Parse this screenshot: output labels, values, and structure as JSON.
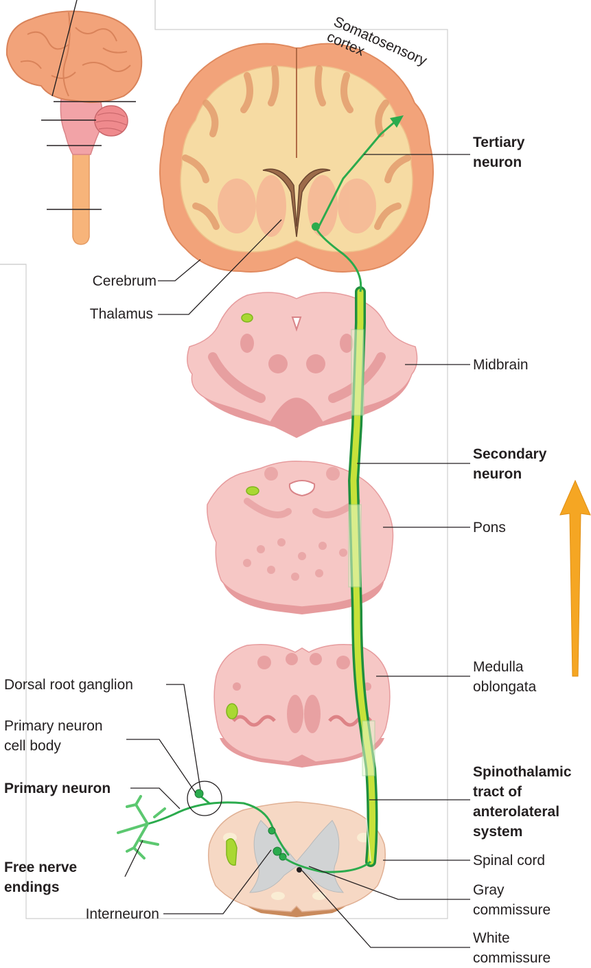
{
  "diagram": {
    "colors": {
      "cortex": "#f2a37a",
      "white_matter": "#f6dba3",
      "slice_pink": "#f6c7c5",
      "slice_dark": "#e69b9d",
      "neuron": "#2bab4d",
      "tract_fill": "#c7e23a",
      "gray_matter": "#d1d3d4",
      "arrow": "#f5a623"
    },
    "orientation_panel": {
      "icons": [
        "brain-icon",
        "cerebellum-icon",
        "brainstem-icon",
        "spinal-cord-icon"
      ]
    },
    "labels": {
      "somatosensory_cortex": "Somatosensory\ncortex",
      "tertiary_neuron": "Tertiary\nneuron",
      "cerebrum": "Cerebrum",
      "thalamus": "Thalamus",
      "midbrain": "Midbrain",
      "secondary_neuron": "Secondary\nneuron",
      "pons": "Pons",
      "medulla_oblongata": "Medulla\noblongata",
      "dorsal_root_ganglion": "Dorsal root ganglion",
      "primary_neuron_cell_body": "Primary neuron\ncell body",
      "primary_neuron": "Primary neuron",
      "spinothalamic_tract": "Spinothalamic\ntract of\nanterolateral\nsystem",
      "free_nerve_endings": "Free nerve\nendings",
      "spinal_cord": "Spinal cord",
      "gray_commissure": "Gray\ncommissure",
      "interneuron": "Interneuron",
      "white_commissure": "White\ncommissure"
    }
  }
}
